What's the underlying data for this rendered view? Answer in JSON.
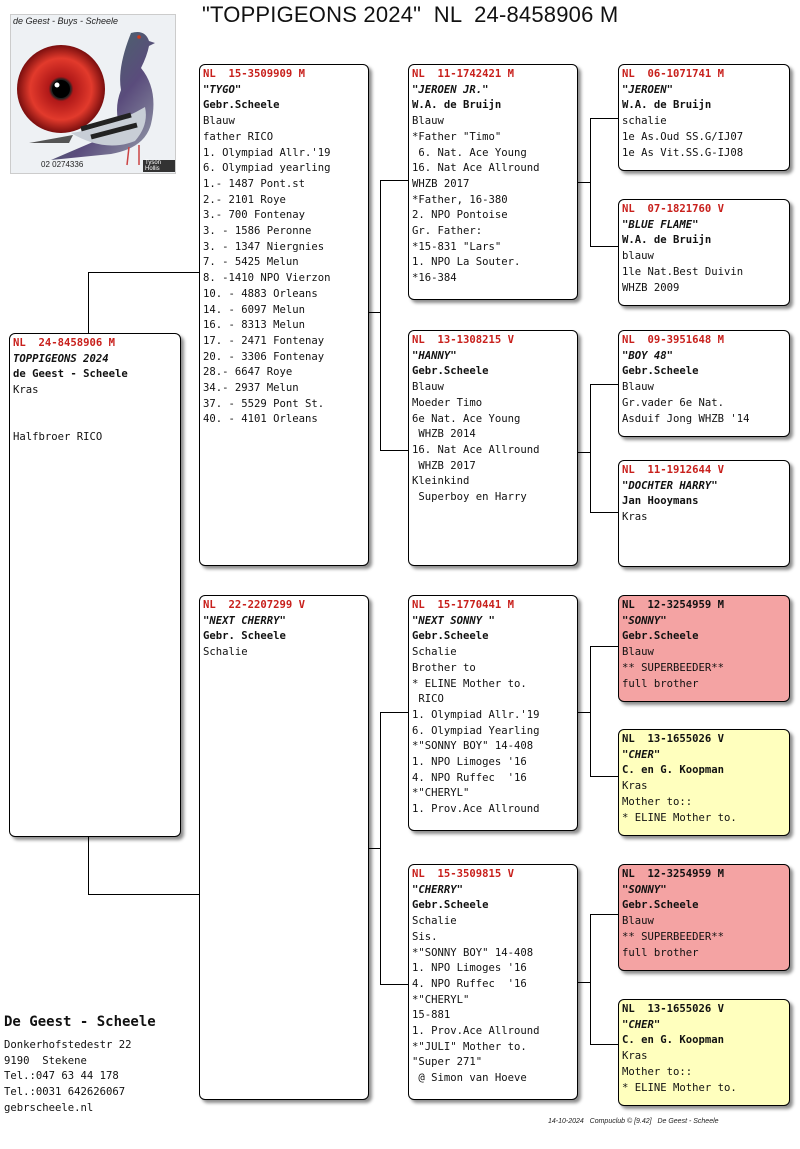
{
  "title": "\"TOPPIGEONS 2024\"  NL  24-8458906 M",
  "logo": {
    "caption": "de Geest - Buys - Scheele",
    "number": "02 0274336",
    "credit": "Tyson Hollis"
  },
  "subject": {
    "ring": "NL  24-8458906 M",
    "name": "TOPPIGEONS 2024",
    "owner": "de Geest - Scheele",
    "lines": [
      "Kras",
      "",
      "",
      "Halfbroer RICO"
    ]
  },
  "father": {
    "ring": "NL  15-3509909 M",
    "name": "\"TYGO\"",
    "owner": "Gebr.Scheele",
    "lines": [
      "Blauw",
      "father RICO",
      "1. Olympiad Allr.'19",
      "6. Olympiad yearling",
      "1.- 1487 Pont.st",
      "2.- 2101 Roye",
      "3.- 700 Fontenay",
      "3. - 1586 Peronne",
      "3. - 1347 Niergnies",
      "7. - 5425 Melun",
      "8. -1410 NPO Vierzon",
      "10. - 4883 Orleans",
      "14. - 6097 Melun",
      "16. - 8313 Melun",
      "17. - 2471 Fontenay",
      "20. - 3306 Fontenay",
      "28.- 6647 Roye",
      "34.- 2937 Melun",
      "37. - 5529 Pont St.",
      "40. - 4101 Orleans"
    ]
  },
  "mother": {
    "ring": "NL  22-2207299 V",
    "name": "\"NEXT CHERRY\"",
    "owner": "Gebr. Scheele",
    "lines": [
      "Schalie"
    ]
  },
  "ff": {
    "ring": "NL  11-1742421 M",
    "name": "\"JEROEN JR.\"",
    "owner": "W.A. de Bruijn",
    "lines": [
      "Blauw",
      "*Father \"Timo\"",
      " 6. Nat. Ace Young",
      "16. Nat Ace Allround",
      "WHZB 2017",
      "*Father, 16-380",
      "2. NPO Pontoise",
      "Gr. Father:",
      "*15-831 \"Lars\"",
      "1. NPO La Souter.",
      "*16-384"
    ]
  },
  "fm": {
    "ring": "NL  13-1308215 V",
    "name": "\"HANNY\"",
    "owner": "Gebr.Scheele",
    "lines": [
      "Blauw",
      "Moeder Timo",
      "6e Nat. Ace Young",
      " WHZB 2014",
      "16. Nat Ace Allround",
      " WHZB 2017",
      "Kleinkind",
      " Superboy en Harry"
    ]
  },
  "mf": {
    "ring": "NL  15-1770441 M",
    "name": "\"NEXT SONNY \"",
    "owner": "Gebr.Scheele",
    "lines": [
      "Schalie",
      "Brother to",
      "* ELINE Mother to.",
      " RICO",
      "1. Olympiad Allr.'19",
      "6. Olympiad Yearling",
      "*\"SONNY BOY\" 14-408",
      "1. NPO Limoges '16",
      "4. NPO Ruffec  '16",
      "*\"CHERYL\"",
      "1. Prov.Ace Allround"
    ]
  },
  "mm": {
    "ring": "NL  15-3509815 V",
    "name": "\"CHERRY\"",
    "owner": "Gebr.Scheele",
    "lines": [
      "Schalie",
      "Sis.",
      "*\"SONNY BOY\" 14-408",
      "1. NPO Limoges '16",
      "4. NPO Ruffec  '16",
      "*\"CHERYL\"",
      "15-881",
      "1. Prov.Ace Allround",
      "*\"JULI\" Mother to.",
      "\"Super 271\"",
      " @ Simon van Hoeve"
    ]
  },
  "fff": {
    "ring": "NL  06-1071741 M",
    "name": "\"JEROEN\"",
    "owner": "W.A. de Bruijn",
    "lines": [
      "schalie",
      "1e As.Oud SS.G/IJ07",
      "1e As Vit.SS.G-IJ08"
    ]
  },
  "ffm": {
    "ring": "NL  07-1821760 V",
    "name": "\"BLUE FLAME\"",
    "owner": "W.A. de Bruijn",
    "lines": [
      "blauw",
      "1le Nat.Best Duivin",
      "WHZB 2009"
    ]
  },
  "fmf": {
    "ring": "NL  09-3951648 M",
    "name": "\"BOY 48\"",
    "owner": "Gebr.Scheele",
    "lines": [
      "Blauw",
      "Gr.vader 6e Nat.",
      "Asduif Jong WHZB '14"
    ]
  },
  "fmm": {
    "ring": "NL  11-1912644 V",
    "name": "\"DOCHTER HARRY\"",
    "owner": "Jan Hooymans",
    "lines": [
      "Kras"
    ]
  },
  "mff": {
    "ring": "NL  12-3254959 M",
    "name": "\"SONNY\"",
    "owner": "Gebr.Scheele",
    "lines": [
      "Blauw",
      "** SUPERBEEDER**",
      "full brother"
    ]
  },
  "mfm": {
    "ring": "NL  13-1655026 V",
    "name": "\"CHER\"",
    "owner": "C. en G. Koopman",
    "lines": [
      "Kras",
      "Mother to::",
      "* ELINE Mother to."
    ]
  },
  "mmf": {
    "ring": "NL  12-3254959 M",
    "name": "\"SONNY\"",
    "owner": "Gebr.Scheele",
    "lines": [
      "Blauw",
      "** SUPERBEEDER**",
      "full brother"
    ]
  },
  "mmm": {
    "ring": "NL  13-1655026 V",
    "name": "\"CHER\"",
    "owner": "C. en G. Koopman",
    "lines": [
      "Kras",
      "Mother to::",
      "* ELINE Mother to."
    ]
  },
  "footer": {
    "owner": "De Geest - Scheele",
    "address": [
      "Donkerhofstedestr 22",
      "9190  Stekene",
      "Tel.:047 63 44 178",
      "Tel.:0031 642626067",
      "gebrscheele.nl"
    ],
    "stamp": "14-10-2024   Compuclub © [9.42]   De Geest - Scheele"
  },
  "colors": {
    "ring_red": "#c8201c",
    "highlight_red": "#f4a3a3",
    "highlight_yellow": "#ffffbe"
  }
}
